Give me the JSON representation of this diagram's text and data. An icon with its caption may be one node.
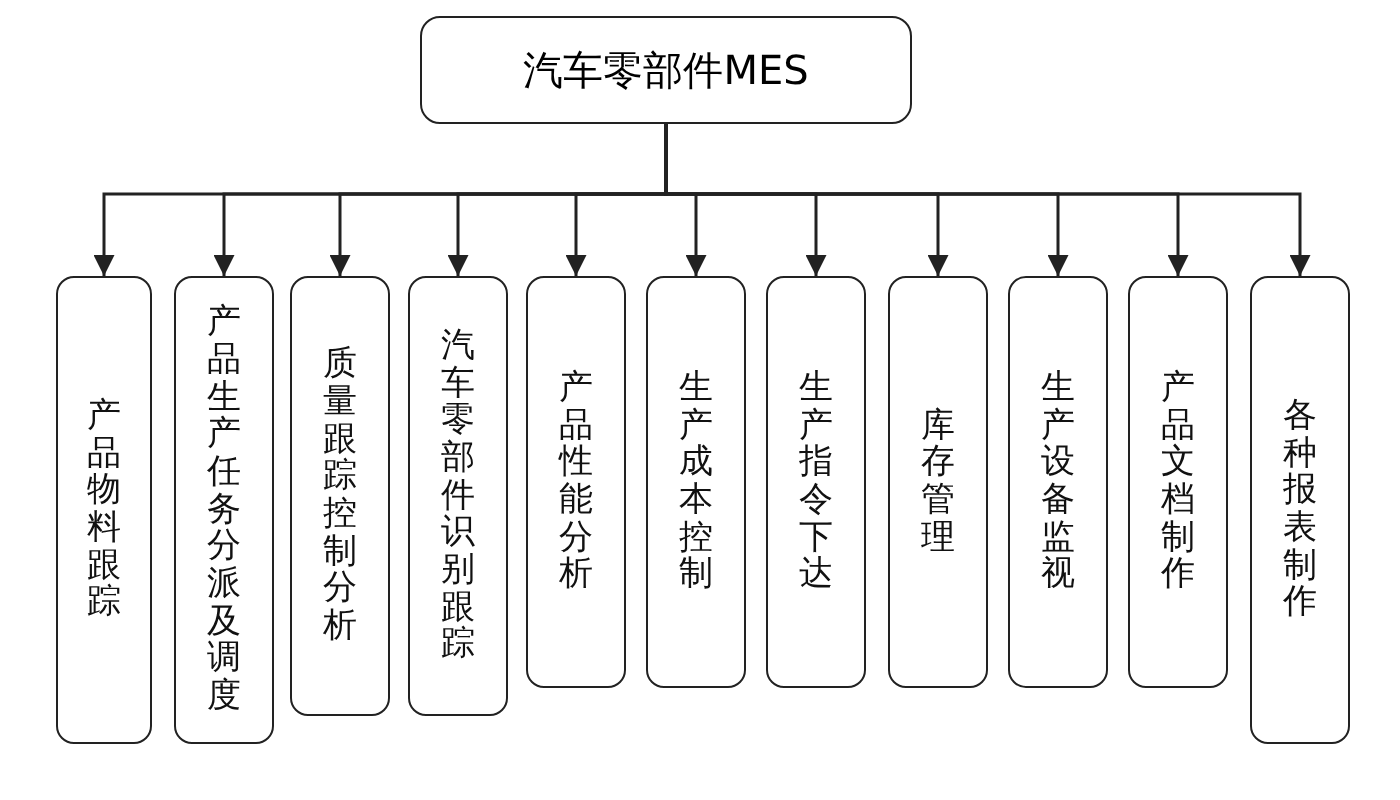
{
  "diagram": {
    "nodes": [
      {
        "text": [
          "汽车零部件MES"
        ]
      },
      {
        "text": [
          "产品物料跟踪"
        ]
      },
      {
        "text": [
          "产品生产任务分派及调度"
        ]
      },
      {
        "text": [
          "质量跟踪控制分析"
        ]
      },
      {
        "text": [
          "汽车零部件识别跟踪"
        ]
      },
      {
        "text": [
          "产品性能分析"
        ]
      },
      {
        "text": [
          "生产成本控制"
        ]
      },
      {
        "text": [
          "生产指令下达"
        ]
      },
      {
        "text": [
          "库存管理"
        ]
      },
      {
        "text": [
          "生产设备监视"
        ]
      },
      {
        "text": [
          "产品文档制作"
        ]
      },
      {
        "text": [
          "各种报表制作"
        ]
      }
    ],
    "edges": [
      {
        "from": 0,
        "to": 1,
        "arrow": "to"
      },
      {
        "from": 0,
        "to": 2,
        "arrow": "to"
      },
      {
        "from": 0,
        "to": 3,
        "arrow": "to"
      },
      {
        "from": 0,
        "to": 4,
        "arrow": "to"
      },
      {
        "from": 0,
        "to": 5,
        "arrow": "to"
      },
      {
        "from": 0,
        "to": 6,
        "arrow": "to"
      },
      {
        "from": 0,
        "to": 7,
        "arrow": "to"
      },
      {
        "from": 0,
        "to": 8,
        "arrow": "to"
      },
      {
        "from": 0,
        "to": 9,
        "arrow": "to"
      },
      {
        "from": 0,
        "to": 10,
        "arrow": "to"
      },
      {
        "from": 0,
        "to": 11,
        "arrow": "to"
      }
    ]
  }
}
